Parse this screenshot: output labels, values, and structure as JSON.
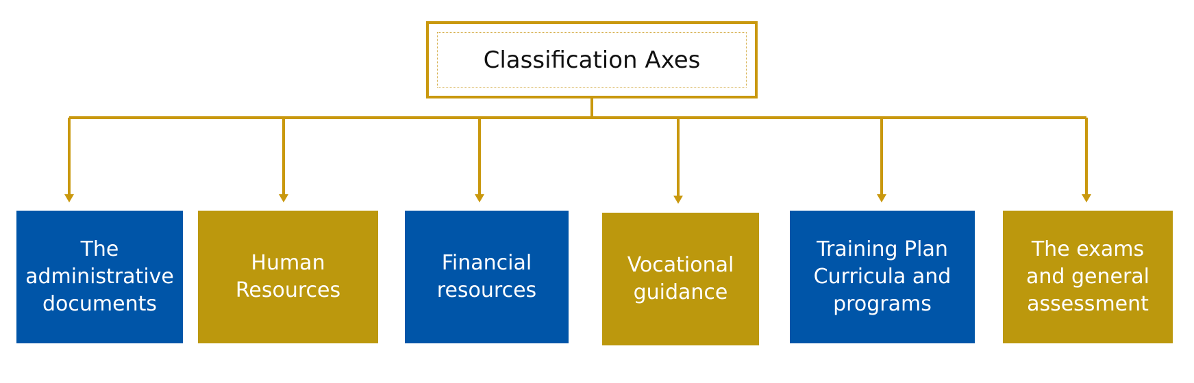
{
  "root": {
    "title": "Classification Axes"
  },
  "colors": {
    "connector": "#C9980E",
    "blue": "#0055A8",
    "gold": "#BC980D",
    "text_on_box": "#ffffff"
  },
  "nodes": [
    {
      "label": "The\nadministrative\ndocuments",
      "color": "blue"
    },
    {
      "label": "Human\nResources",
      "color": "gold"
    },
    {
      "label": "Financial\nresources",
      "color": "blue"
    },
    {
      "label": "Vocational\nguidance",
      "color": "gold"
    },
    {
      "label": "Training Plan\nCurricula and\nprograms",
      "color": "blue"
    },
    {
      "label": "The exams\nand general\nassessment",
      "color": "gold"
    }
  ]
}
